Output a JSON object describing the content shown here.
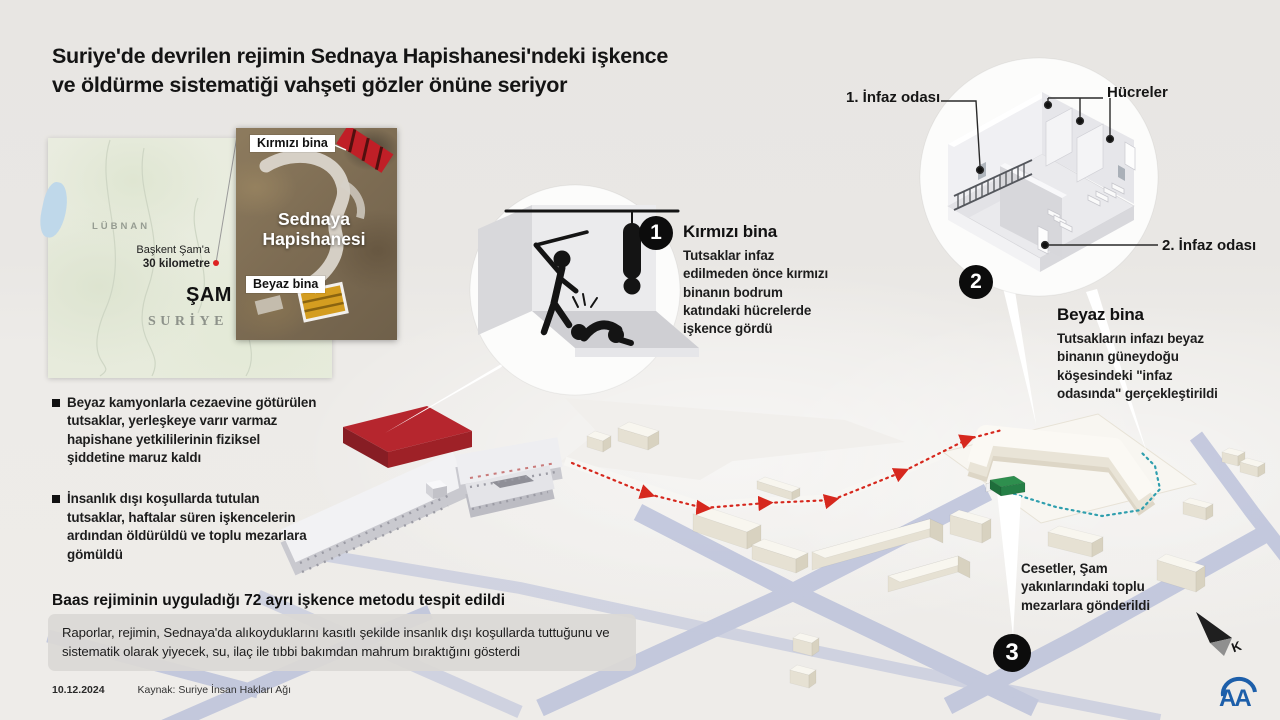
{
  "title": {
    "line1": "Suriye'de devrilen rejimin Sednaya Hapishanesi'ndeki işkence",
    "line2": "ve öldürme sistematiği vahşeti gözler önüne seriyor"
  },
  "map": {
    "lubnan": "LÜBNAN",
    "suriye": "SURİYE",
    "sam": "ŞAM",
    "distance_line1": "Başkent Şam'a",
    "distance_line2": "30 kilometre"
  },
  "satellite": {
    "red_label": "Kırmızı bina",
    "white_label": "Beyaz bina",
    "name": "Sednaya Hapishanesi"
  },
  "steps": {
    "one": {
      "num": "1",
      "heading": "Kırmızı bina",
      "body": "Tutsaklar infaz edilmeden önce kırmızı binanın bodrum katındaki hücrelerde işkence gördü"
    },
    "two": {
      "num": "2",
      "heading": "Beyaz bina",
      "body_pre": "Tutsakların infazı beyaz binanın güneydoğu köşesindeki ",
      "body_bold": "\"infaz odasında\"",
      "body_post": " gerçekleştirildi",
      "label_room1": "1. İnfaz odası",
      "label_cells": "Hücreler",
      "label_room2": "2. İnfaz odası"
    },
    "three": {
      "num": "3",
      "body": "Cesetler, Şam yakınlarındaki toplu mezarlara gönderildi"
    }
  },
  "bullets": [
    "Beyaz kamyonlarla cezaevine götürülen tutsaklar, yerleşkeye varır varmaz hapishane yetkililerinin fiziksel şiddetine maruz kaldı",
    "İnsanlık dışı koşullarda tutulan tutsaklar, haftalar süren işkencelerin ardından öldürüldü ve toplu mezarlara gömüldü"
  ],
  "methods_heading": "Baas rejiminin uyguladığı 72 ayrı işkence metodu tespit edildi",
  "report_text": "Raporlar, rejimin, Sednaya'da alıkoyduklarını kasıtlı şekilde insanlık dışı koşullarda tuttuğunu ve sistematik olarak yiyecek, su, ilaç ile tıbbi bakımdan mahrum bıraktığını gösterdi",
  "footer": {
    "date": "10.12.2024",
    "source": "Kaynak: Suriye İnsan Hakları Ağı"
  },
  "compass_letter": "K",
  "logo_text": "AA",
  "colors": {
    "red_building": "#b6262e",
    "route_red": "#d6281e",
    "route_teal": "#2f9fae",
    "truck_green": "#2e8f4e",
    "road": "#b7bed9",
    "aa_blue": "#1d5faa"
  }
}
